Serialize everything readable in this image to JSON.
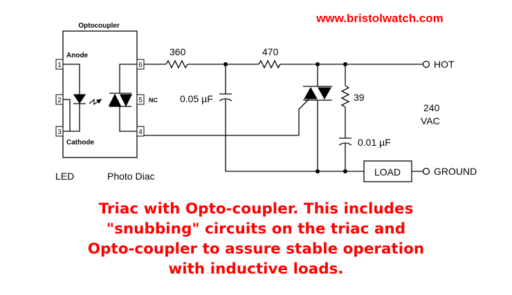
{
  "header": {
    "url": "www.bristolwatch.com",
    "url_color": "#ff0000"
  },
  "optocoupler": {
    "title": "Optocoupler",
    "anode": "Anode",
    "cathode": "Cathode",
    "nc": "NC",
    "pins": [
      "1",
      "2",
      "3",
      "4",
      "5",
      "6"
    ],
    "led_label": "LED",
    "diac_label": "Photo Diac"
  },
  "components": {
    "r1": "360",
    "r2": "470",
    "r3": "39",
    "c1": "0.05 µF",
    "c2": "0.01 µF",
    "load": "LOAD"
  },
  "terminals": {
    "hot": "HOT",
    "ground": "GROUND",
    "voltage_line1": "240",
    "voltage_line2": "VAC"
  },
  "caption": {
    "color": "#ff0000",
    "lines": [
      "Triac with Opto-coupler. This includes",
      "\"snubbing\" circuits on the triac and",
      "Opto-coupler to assure stable operation",
      "with inductive loads."
    ]
  }
}
